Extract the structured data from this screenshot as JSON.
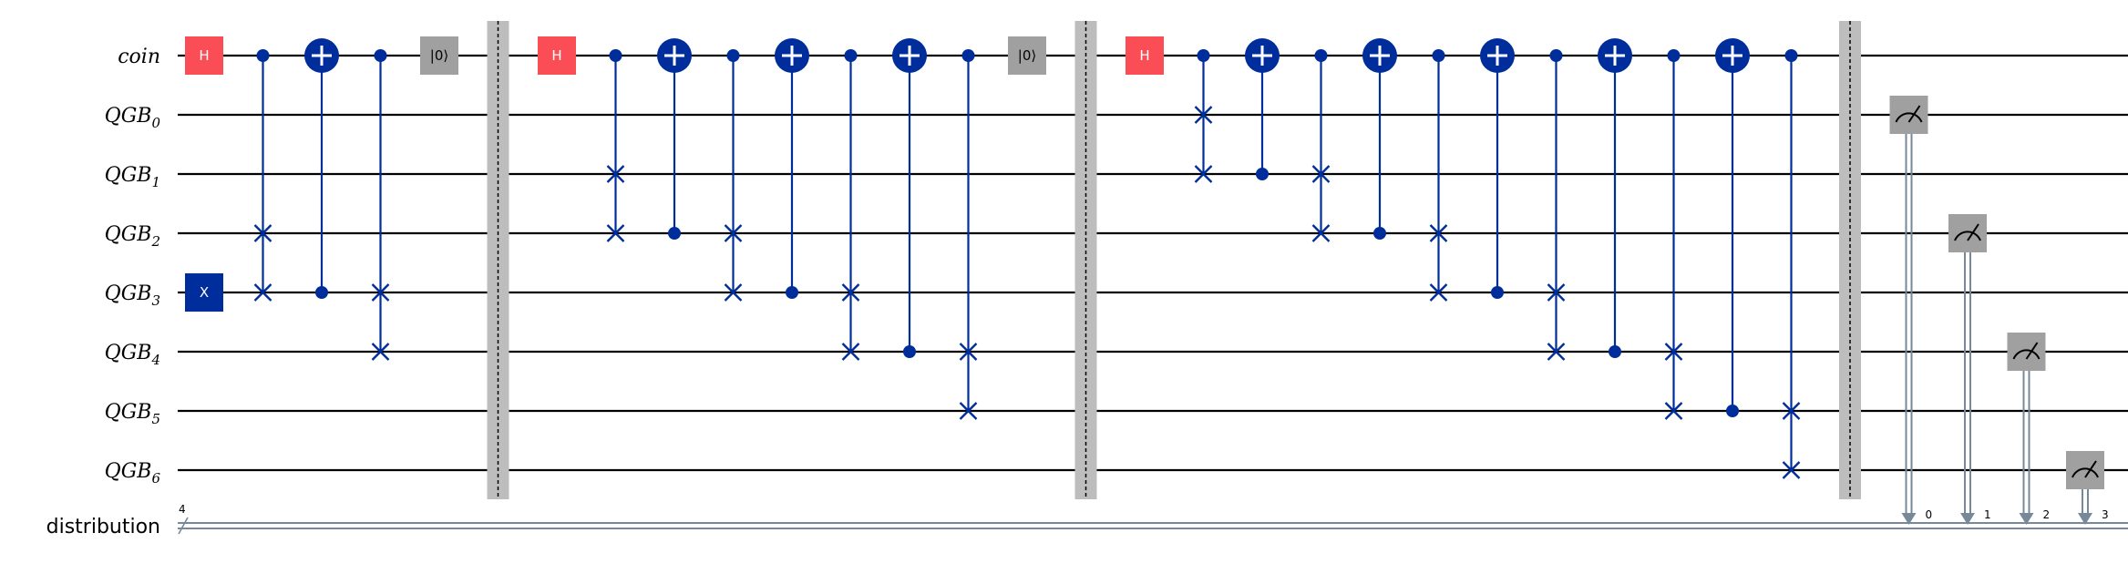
{
  "colors": {
    "wire": "#000000",
    "control": "#002D9C",
    "hadamard": "#FA4D56",
    "pauli_x": "#002D9C",
    "reset": "#A0A0A0",
    "measure": "#A0A0A0",
    "barrier": "#BDBDBD",
    "classical": "#778899"
  },
  "wires": [
    {
      "id": "coin",
      "base": "coin",
      "sub": ""
    },
    {
      "id": "q0",
      "base": "QGB",
      "sub": "0"
    },
    {
      "id": "q1",
      "base": "QGB",
      "sub": "1"
    },
    {
      "id": "q2",
      "base": "QGB",
      "sub": "2"
    },
    {
      "id": "q3",
      "base": "QGB",
      "sub": "3"
    },
    {
      "id": "q4",
      "base": "QGB",
      "sub": "4"
    },
    {
      "id": "q5",
      "base": "QGB",
      "sub": "5"
    },
    {
      "id": "q6",
      "base": "QGB",
      "sub": "6"
    }
  ],
  "classical_register": {
    "label": "distribution",
    "size": "4",
    "bits": [
      "0",
      "1",
      "2",
      "3"
    ]
  },
  "gates": [
    {
      "type": "h",
      "wire": 0,
      "label": "H"
    },
    {
      "type": "x",
      "wire": 4,
      "label": "X"
    },
    {
      "type": "cswap",
      "control": 0,
      "targets": [
        3,
        4
      ]
    },
    {
      "type": "cx",
      "control": 4,
      "target": 0
    },
    {
      "type": "cswap",
      "control": 0,
      "targets": [
        4,
        5
      ]
    },
    {
      "type": "reset",
      "wire": 0,
      "label": "|0⟩"
    },
    {
      "type": "barrier"
    },
    {
      "type": "h",
      "wire": 0,
      "label": "H"
    },
    {
      "type": "cswap",
      "control": 0,
      "targets": [
        2,
        3
      ]
    },
    {
      "type": "cx",
      "control": 3,
      "target": 0
    },
    {
      "type": "cswap",
      "control": 0,
      "targets": [
        3,
        4
      ]
    },
    {
      "type": "cx",
      "control": 4,
      "target": 0
    },
    {
      "type": "cswap",
      "control": 0,
      "targets": [
        4,
        5
      ]
    },
    {
      "type": "cx",
      "control": 5,
      "target": 0
    },
    {
      "type": "cswap",
      "control": 0,
      "targets": [
        5,
        6
      ]
    },
    {
      "type": "reset",
      "wire": 0,
      "label": "|0⟩"
    },
    {
      "type": "barrier"
    },
    {
      "type": "h",
      "wire": 0,
      "label": "H"
    },
    {
      "type": "cswap",
      "control": 0,
      "targets": [
        1,
        2
      ]
    },
    {
      "type": "cx",
      "control": 2,
      "target": 0
    },
    {
      "type": "cswap",
      "control": 0,
      "targets": [
        2,
        3
      ]
    },
    {
      "type": "cx",
      "control": 3,
      "target": 0
    },
    {
      "type": "cswap",
      "control": 0,
      "targets": [
        3,
        4
      ]
    },
    {
      "type": "cx",
      "control": 4,
      "target": 0
    },
    {
      "type": "cswap",
      "control": 0,
      "targets": [
        4,
        5
      ]
    },
    {
      "type": "cx",
      "control": 5,
      "target": 0
    },
    {
      "type": "cswap",
      "control": 0,
      "targets": [
        5,
        6
      ]
    },
    {
      "type": "cx",
      "control": 6,
      "target": 0
    },
    {
      "type": "cswap",
      "control": 0,
      "targets": [
        6,
        7
      ]
    },
    {
      "type": "barrier"
    },
    {
      "type": "measure",
      "wire": 1,
      "bit": 0
    },
    {
      "type": "measure",
      "wire": 3,
      "bit": 1
    },
    {
      "type": "measure",
      "wire": 5,
      "bit": 2
    },
    {
      "type": "measure",
      "wire": 7,
      "bit": 3
    }
  ]
}
